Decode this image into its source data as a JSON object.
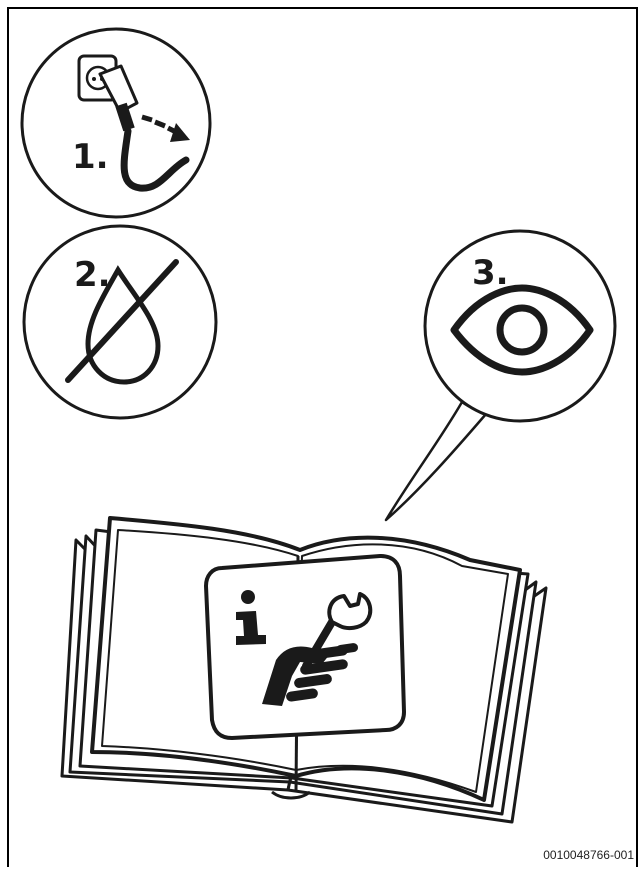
{
  "steps": [
    {
      "label": "1.",
      "icon": "unplug-icon"
    },
    {
      "label": "2.",
      "icon": "no-water-icon"
    },
    {
      "label": "3.",
      "icon": "eye-icon"
    }
  ],
  "manual": {
    "info_symbol": "i",
    "icon": "service-manual-icon"
  },
  "reference_code": "0010048766-001",
  "colors": {
    "ink": "#1a1a1a",
    "paper": "#ffffff"
  }
}
